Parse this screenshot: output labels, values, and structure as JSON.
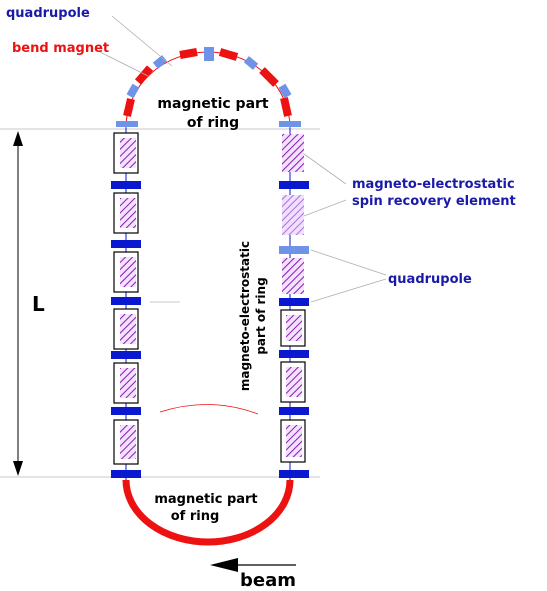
{
  "labels": {
    "quadrupole_top": "quadrupole",
    "bend_magnet": "bend magnet",
    "magnetic_top_1": "magnetic part",
    "magnetic_top_2": "of ring",
    "spin_1": "magneto-electrostatic",
    "spin_2": "spin recovery element",
    "quadrupole_right": "quadrupole",
    "electro_1": "magneto-electrostatic",
    "electro_2": "part of ring",
    "length": "L",
    "magnetic_bottom_1": "magnetic part",
    "magnetic_bottom_2": "of ring",
    "beam": "beam"
  },
  "colors": {
    "quadrupole_text": "#1a1aa8",
    "bend_text": "#ee1111",
    "ring_red": "#ee1111",
    "quad_dark": "#0a18d0",
    "quad_light": "#6f93e8",
    "element_hatch": "#8a1ab0",
    "element_fill": "#f2e2ff",
    "leader": "#b0b0b0",
    "black": "#000000"
  }
}
